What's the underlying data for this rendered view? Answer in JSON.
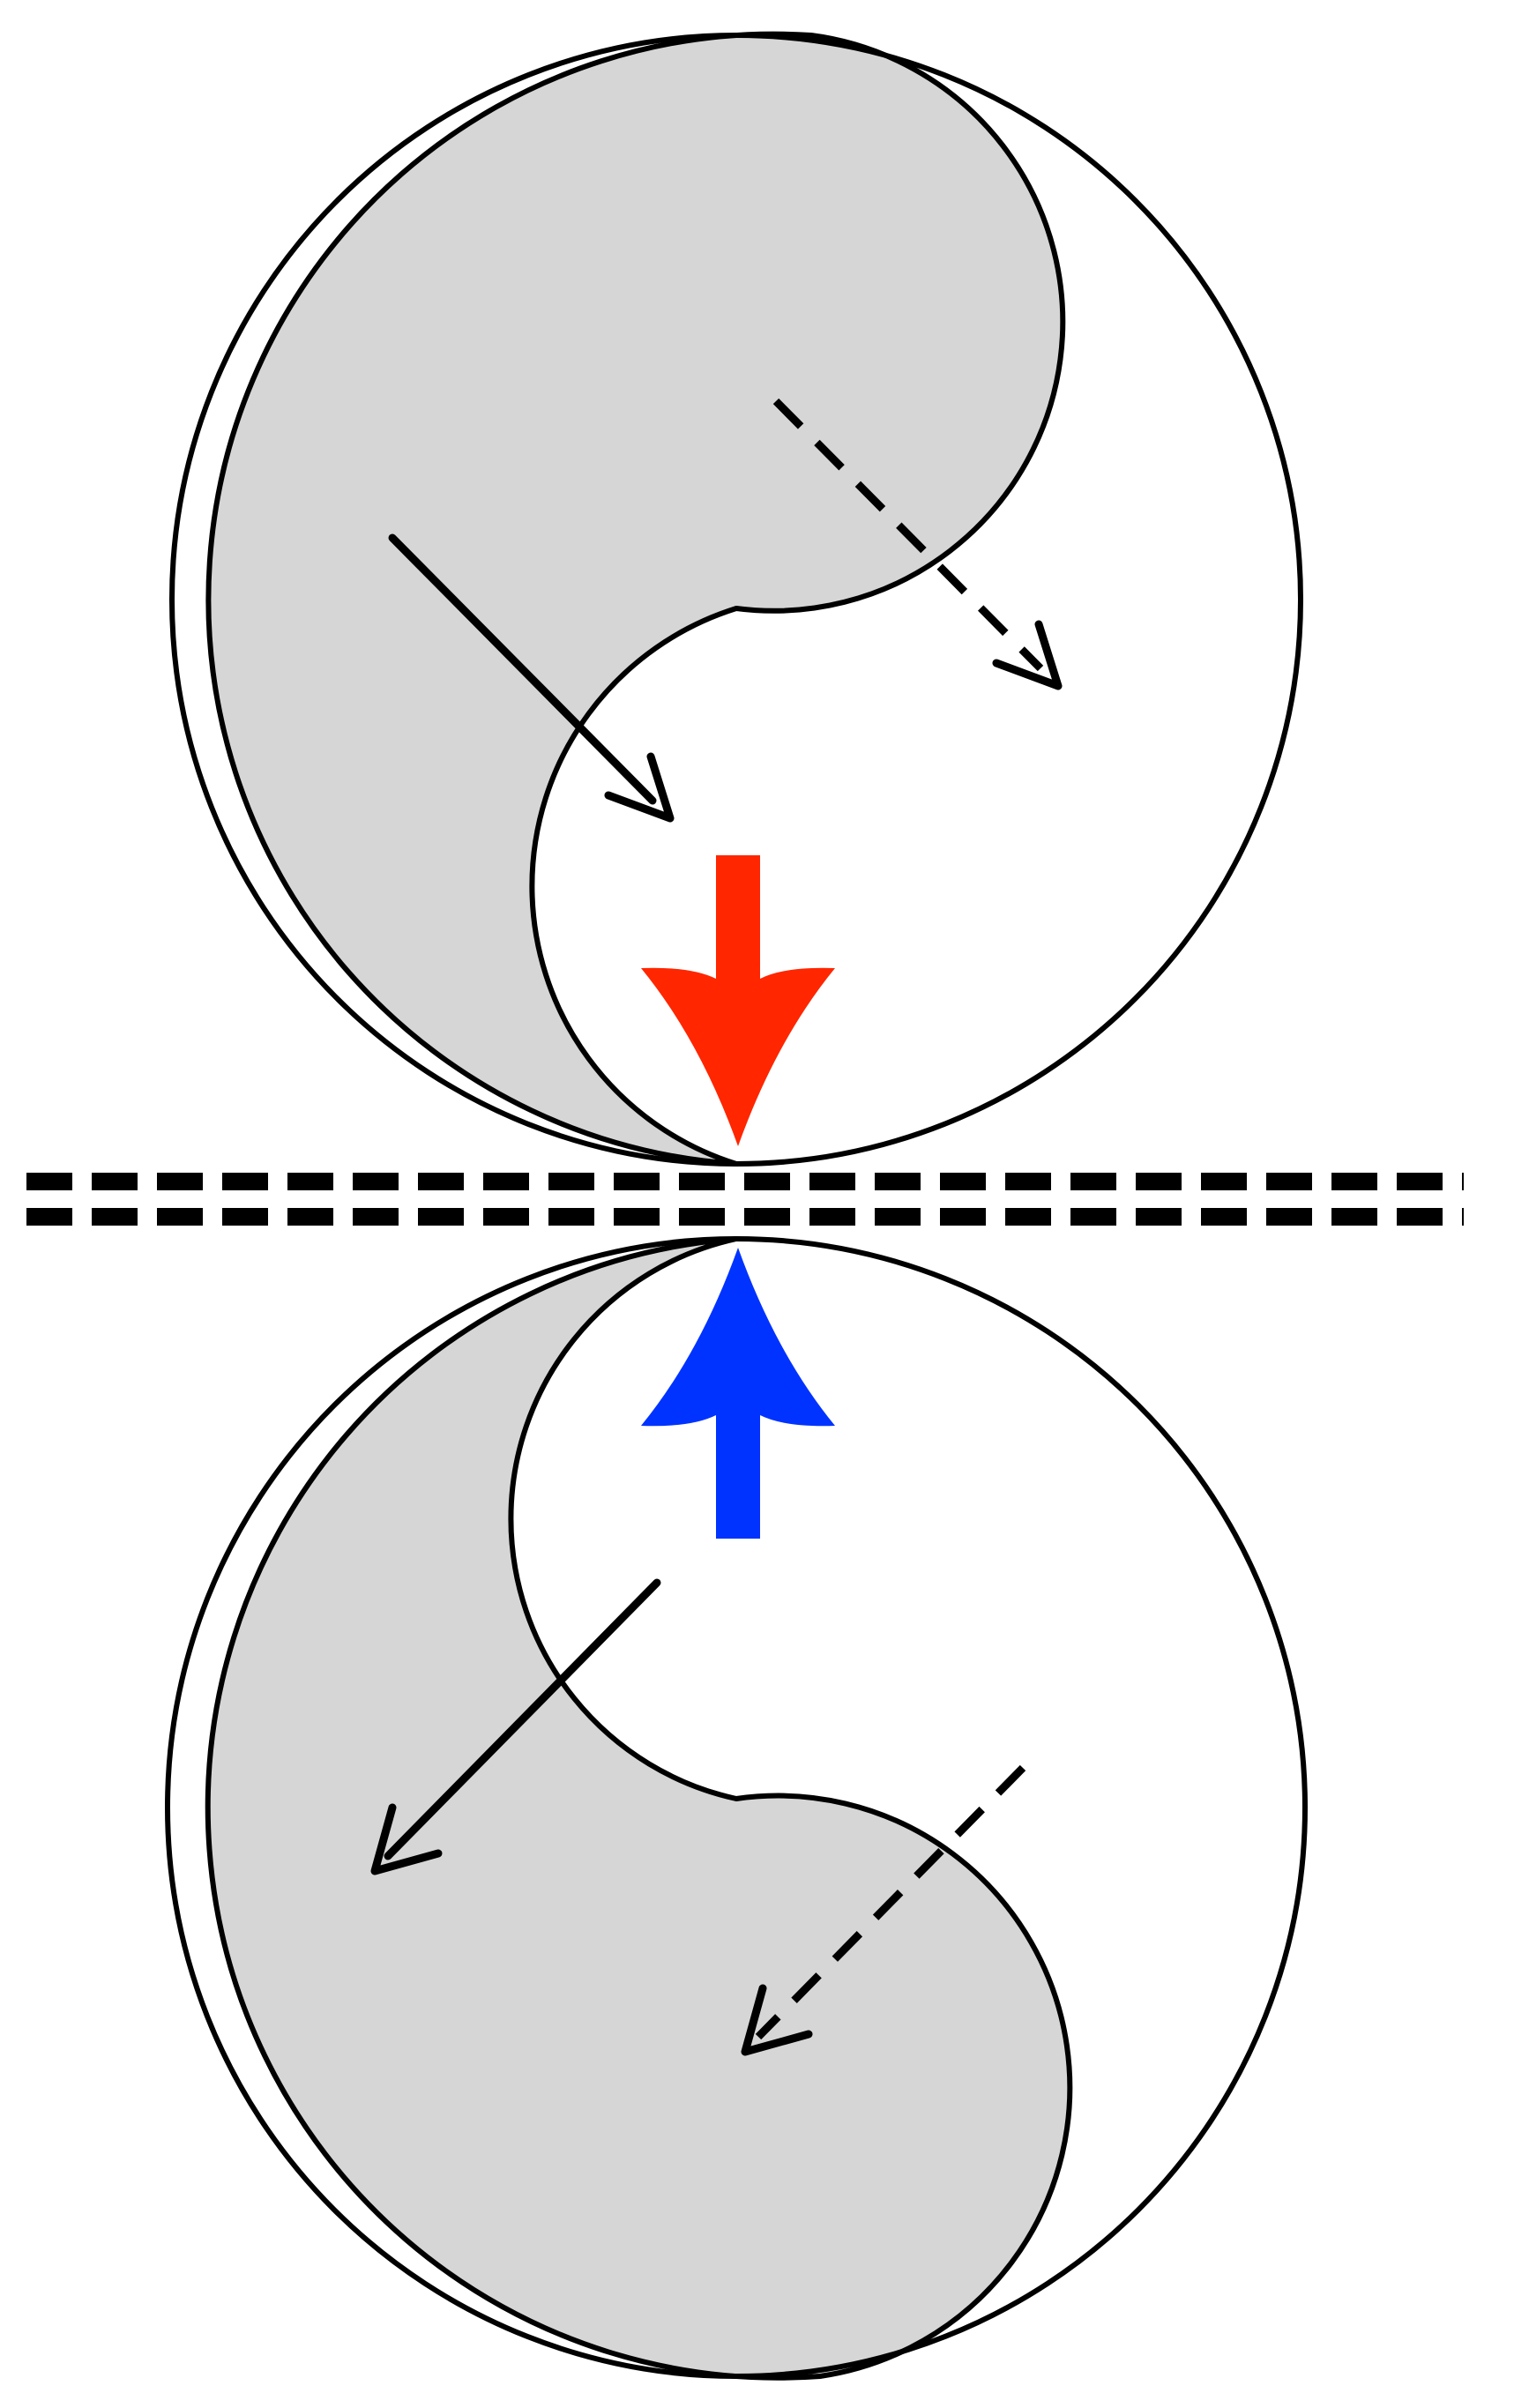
{
  "diagram": {
    "colors": {
      "background": "#ffffff",
      "outline": "#000000",
      "shaded_region": "#d6d6d6",
      "down_arrow": "#ff2600",
      "up_arrow": "#0033ff",
      "plane_line": "#000000"
    },
    "top_disc": {
      "shading": "left-teardrop",
      "arrows": [
        {
          "style": "solid",
          "direction": "down-right"
        },
        {
          "style": "dashed",
          "direction": "down-right"
        }
      ]
    },
    "bottom_disc": {
      "shading": "left-teardrop",
      "arrows": [
        {
          "style": "solid",
          "direction": "down-left"
        },
        {
          "style": "dashed",
          "direction": "down-left"
        }
      ]
    },
    "center_arrows": [
      {
        "icon": "red-down-arrow-icon",
        "direction": "down"
      },
      {
        "icon": "blue-up-arrow-icon",
        "direction": "up"
      }
    ],
    "boundary": {
      "style": "double-dashed-line",
      "orientation": "horizontal"
    }
  }
}
